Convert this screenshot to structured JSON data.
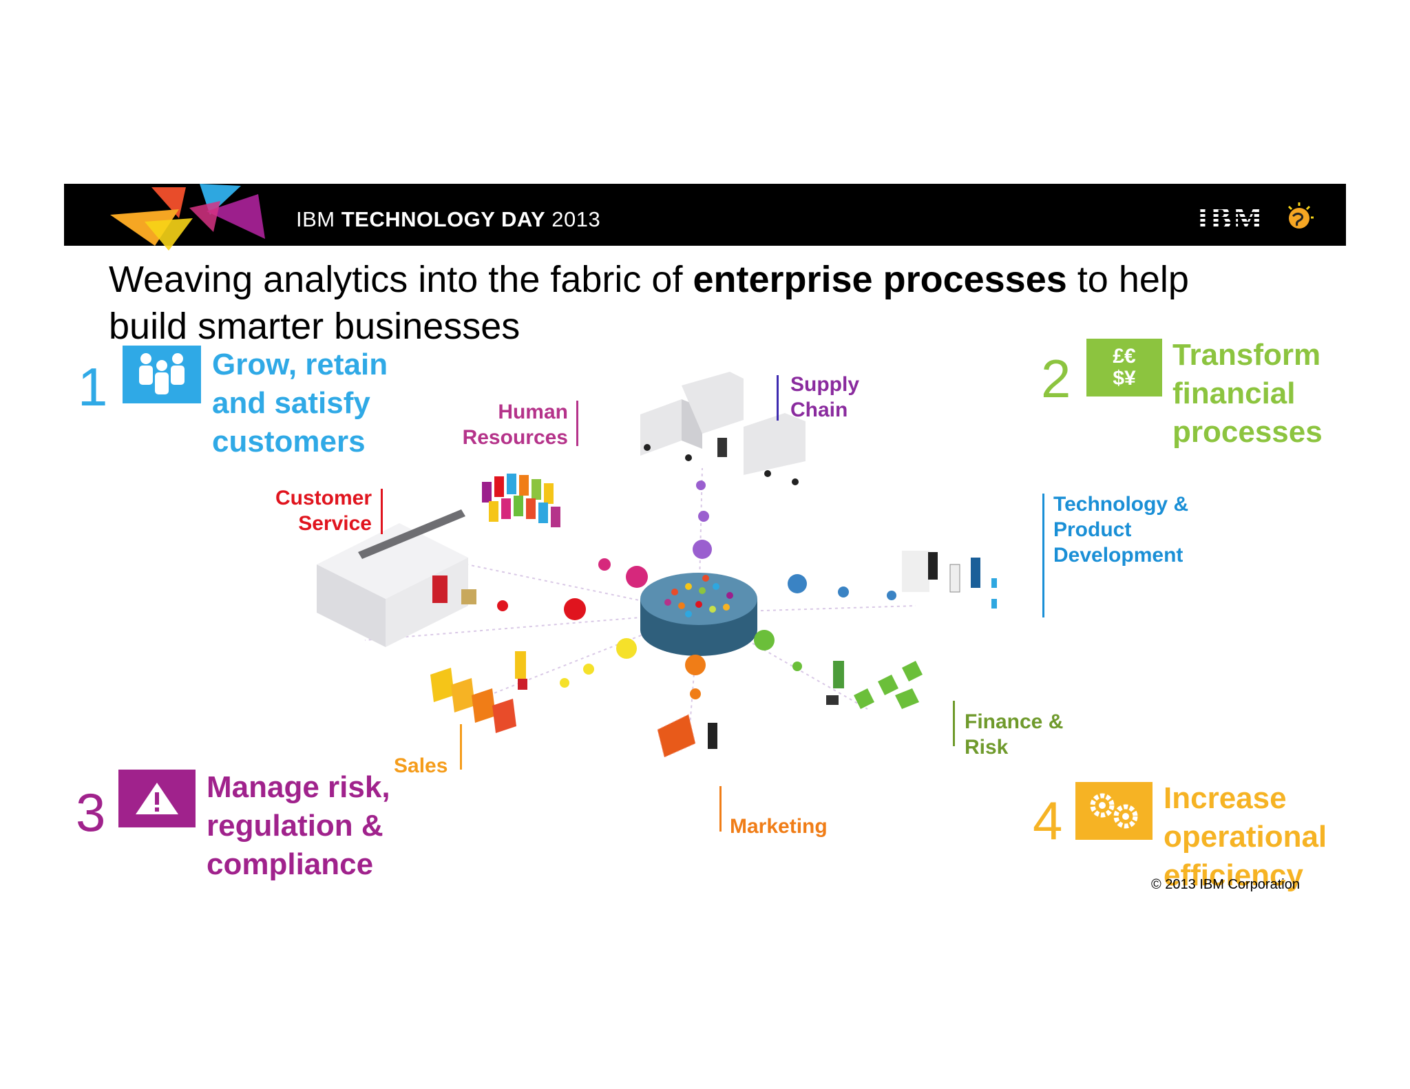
{
  "header": {
    "event_prefix": "IBM",
    "event_name": "TECHNOLOGY DAY",
    "event_year": "2013",
    "brand": "IBM",
    "background": "#000000"
  },
  "headline": {
    "part1": "Weaving analytics into the fabric of",
    "bold": "enterprise processes",
    "part2": "to help",
    "line2": "build smarter businesses"
  },
  "objectives": [
    {
      "number": "1",
      "lines": [
        "Grow, retain",
        "and satisfy",
        "customers"
      ],
      "color": "#2fa9e6",
      "icon": "people-icon"
    },
    {
      "number": "2",
      "lines": [
        "Transform",
        "financial",
        "processes"
      ],
      "color": "#8cc43f",
      "icon": "currency-icon",
      "icon_text_top": "£€",
      "icon_text_bottom": "$¥"
    },
    {
      "number": "3",
      "lines": [
        "Manage risk,",
        "regulation &",
        "compliance"
      ],
      "color": "#a0228c",
      "icon": "warning-icon"
    },
    {
      "number": "4",
      "lines": [
        "Increase",
        "operational",
        "efficiency"
      ],
      "color": "#f6b324",
      "icon": "gears-icon"
    }
  ],
  "processes": {
    "supply_chain": [
      "Supply",
      "Chain"
    ],
    "human_resources": [
      "Human",
      "Resources"
    ],
    "customer_service": [
      "Customer",
      "Service"
    ],
    "technology": [
      "Technology &",
      "Product",
      "Development"
    ],
    "finance": [
      "Finance &",
      "Risk"
    ],
    "sales": [
      "Sales"
    ],
    "marketing": [
      "Marketing"
    ]
  },
  "colors": {
    "supply_chain": "#8a2b9e",
    "human_resources": "#b5338a",
    "customer_service": "#e0141e",
    "technology": "#1a8fd6",
    "finance": "#6f9a2c",
    "sales": "#f59c1a",
    "marketing": "#f07d17"
  },
  "footer": {
    "copyright": "© 2013 IBM Corporation"
  }
}
